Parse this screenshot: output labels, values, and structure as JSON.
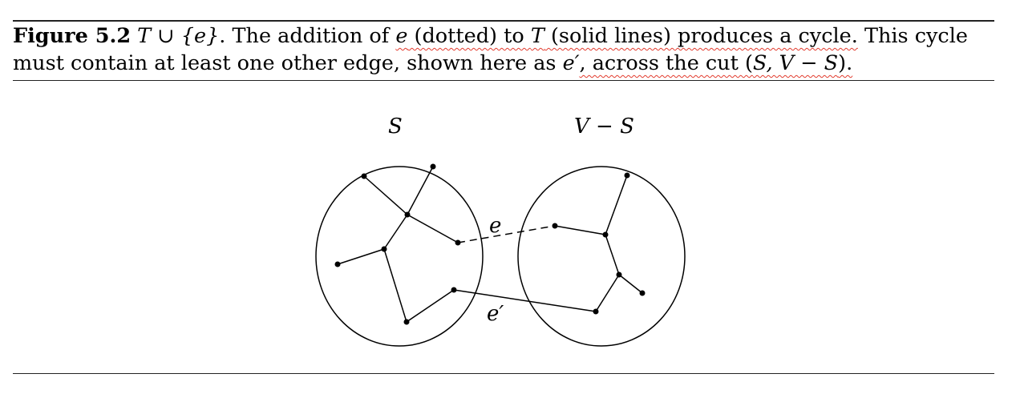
{
  "caption": {
    "label": "Figure 5.2",
    "line1": {
      "math_a": "T ∪ {e}",
      "t1": ". The addition of ",
      "math_b": "e",
      "t2": " (dotted) to ",
      "math_c": "T",
      "t3": " (solid lines) produces a cycle.",
      "t4": " This cycle"
    },
    "line2": {
      "t1": "must contain at least one other edge, shown here as ",
      "math_a": "e′",
      "t2": ", across the cut (",
      "math_b": "S, V − S",
      "t3": ")."
    }
  },
  "diagram": {
    "set_s_label": "S",
    "set_vs_label": "V − S",
    "edge_e_label": "e",
    "edge_e_prime_label": "e′"
  }
}
